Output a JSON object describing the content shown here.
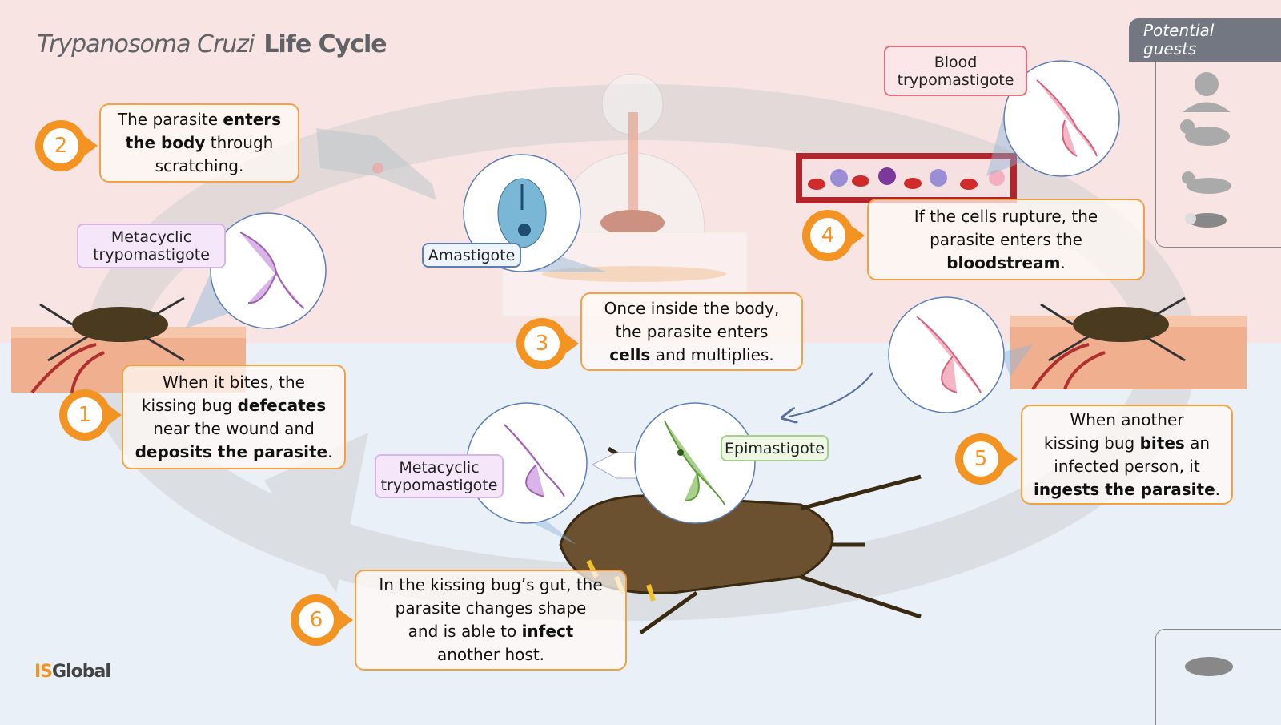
{
  "title": {
    "italic": "Trypanosoma Cruzi",
    "bold": "Life Cycle"
  },
  "steps": [
    {
      "num": "1",
      "lines": [
        [
          {
            "t": "When it bites, the"
          }
        ],
        [
          {
            "t": "kissing bug "
          },
          {
            "t": "defecates",
            "b": true
          }
        ],
        [
          {
            "t": "near the wound and"
          }
        ],
        [
          {
            "t": "deposits the parasite",
            "b": true
          },
          {
            "t": "."
          }
        ]
      ]
    },
    {
      "num": "2",
      "lines": [
        [
          {
            "t": "The parasite "
          },
          {
            "t": "enters",
            "b": true
          }
        ],
        [
          {
            "t": "the body",
            "b": true
          },
          {
            "t": " through"
          }
        ],
        [
          {
            "t": "scratching."
          }
        ]
      ]
    },
    {
      "num": "3",
      "lines": [
        [
          {
            "t": "Once inside the body,"
          }
        ],
        [
          {
            "t": "the parasite enters"
          }
        ],
        [
          {
            "t": "cells",
            "b": true
          },
          {
            "t": " and multiplies."
          }
        ]
      ]
    },
    {
      "num": "4",
      "lines": [
        [
          {
            "t": "If the cells rupture, the"
          }
        ],
        [
          {
            "t": "parasite enters the"
          }
        ],
        [
          {
            "t": "bloodstream",
            "b": true
          },
          {
            "t": "."
          }
        ]
      ]
    },
    {
      "num": "5",
      "lines": [
        [
          {
            "t": "When another"
          }
        ],
        [
          {
            "t": "kissing bug "
          },
          {
            "t": "bites",
            "b": true
          },
          {
            "t": " an"
          }
        ],
        [
          {
            "t": "infected person, it"
          }
        ],
        [
          {
            "t": "ingests the parasite",
            "b": true
          },
          {
            "t": "."
          }
        ]
      ]
    },
    {
      "num": "6",
      "lines": [
        [
          {
            "t": "In the kissing bug’s gut, the"
          }
        ],
        [
          {
            "t": "parasite changes shape"
          }
        ],
        [
          {
            "t": "and is able to "
          },
          {
            "t": "infect",
            "b": true
          }
        ],
        [
          {
            "t": "another host."
          }
        ]
      ]
    }
  ],
  "labels": {
    "metacyclic_top": "Metacyclic trypomastigote",
    "amastigote": "Amastigote",
    "blood": "Blood trypomastigote",
    "metacyclic_bottom": "Metacyclic trypomastigote",
    "epimastigote": "Epimastigote"
  },
  "guests": {
    "title": "Potential guests",
    "icons": [
      "human-icon",
      "dog-icon",
      "cat-icon",
      "opossum-icon"
    ]
  },
  "logo": {
    "accent": "IS",
    "rest": "Global"
  },
  "colors": {
    "orange": "#f39322",
    "pink_bg": "#f8e5e3",
    "blue_bg": "#eaf0f8"
  }
}
